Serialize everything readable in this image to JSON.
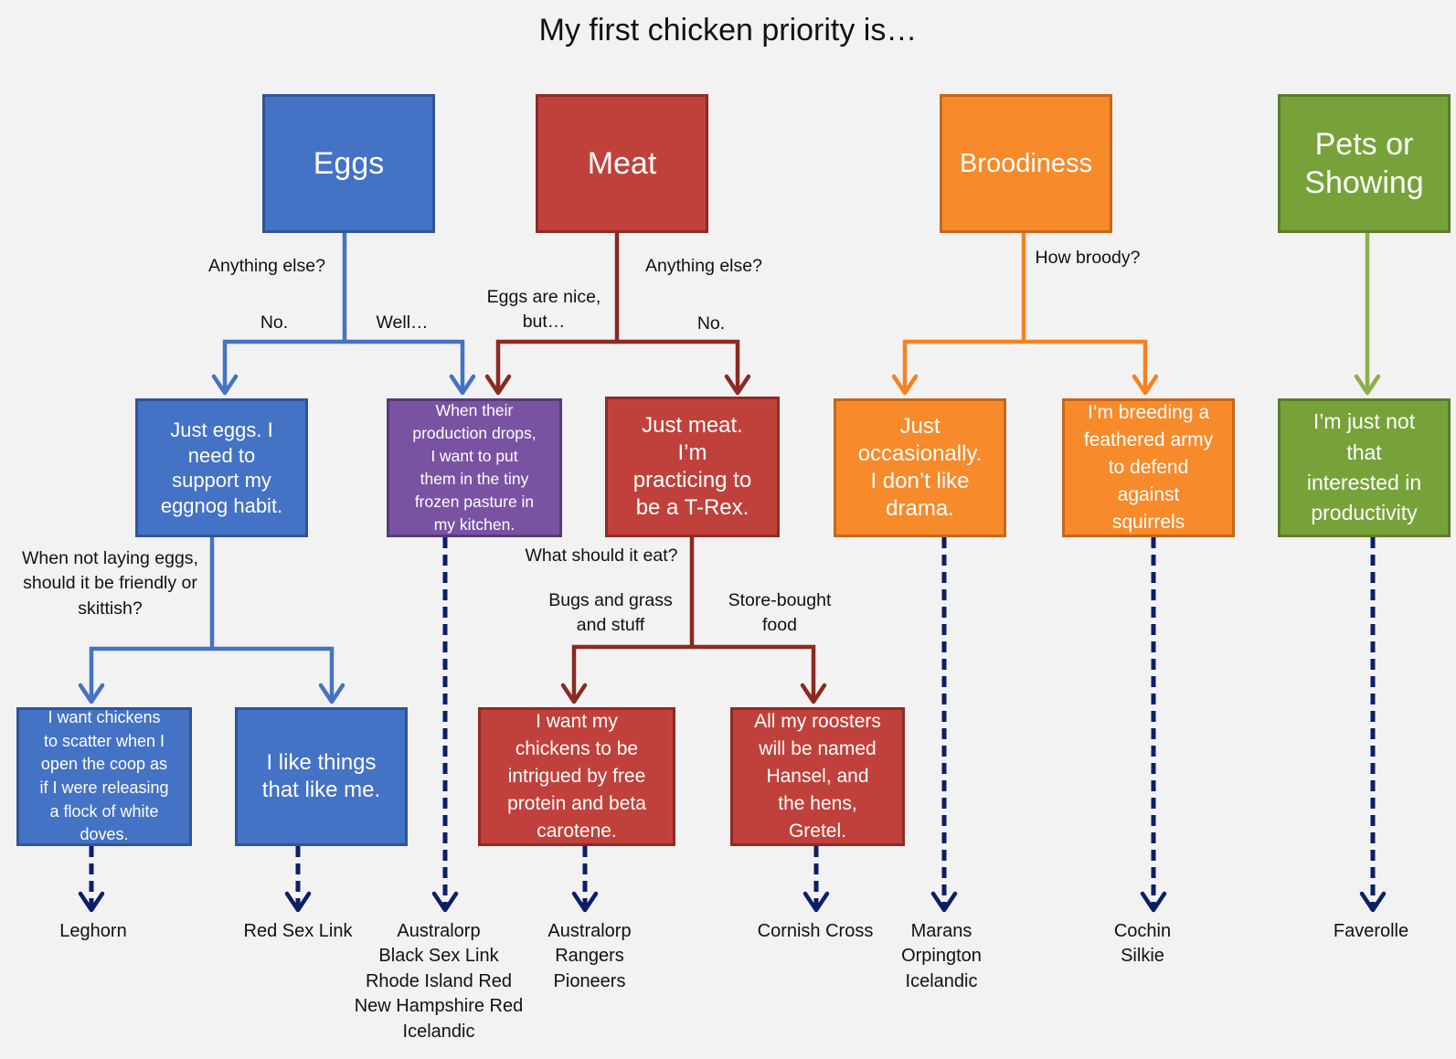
{
  "title": "My first chicken priority  is…",
  "colors": {
    "eggs": "#4472c4",
    "meat": "#c0413b",
    "broodiness": "#f78a2a",
    "pets": "#77a23a",
    "mixed": "#7953a2",
    "eggs_line": "#4472c4",
    "meat_line": "#8b2a22",
    "brood_line": "#f58220",
    "pets_line": "#8cae4b",
    "dashed_line": "#0b1f66"
  },
  "categories": {
    "eggs": "Eggs",
    "meat": "Meat",
    "broodiness": "Broodiness",
    "pets": "Pets or\nShowing"
  },
  "questions": {
    "eggs_anything_else": "Anything else?",
    "meat_anything_else": "Anything else?",
    "how_broody": "How broody?",
    "eggs_friendly": "When not laying eggs,\nshould it be friendly or\nskittish?",
    "meat_eat": "What should it  eat?"
  },
  "answers": {
    "eggs_no": "No.",
    "eggs_well": "Well…",
    "meat_eggs_nice": "Eggs are nice,\nbut…",
    "meat_no": "No.",
    "bugs": "Bugs and grass\nand stuff",
    "store": "Store-bought\nfood"
  },
  "boxes": {
    "just_eggs": "Just eggs.  I\nneed to\nsupport my\neggnog habit.",
    "production_drops": "When their\nproduction drops,\nI want to put\nthem in the tiny\nfrozen pasture in\nmy kitchen.",
    "just_meat": "Just meat.\nI’m\npracticing to\nbe a T-Rex.",
    "occasionally": "Just\noccasionally.\nI don’t like\ndrama.",
    "feathered_army": "I’m breeding a\nfeathered army\nto defend\nagainst\nsquirrels",
    "not_productivity": "I’m just not\nthat\ninterested in\nproductivity",
    "scatter": "I want chickens\nto scatter when I\nopen the coop as\nif I were releasing\na flock of white\ndoves.",
    "like_me": "I like things\nthat like me.",
    "free_protein": "I want my\nchickens to be\nintrigued by free\nprotein and beta\ncarotene.",
    "hansel": "All my roosters\nwill be named\nHansel, and\nthe hens,\nGretel."
  },
  "breeds": {
    "leghorn": "Leghorn",
    "red_sex_link": "Red Sex Link",
    "dual_purpose": "Australorp\nBlack Sex Link\nRhode Island Red\nNew Hampshire Red\nIcelandic",
    "pasture_meat": "Australorp\nRangers\nPioneers",
    "cornish": "Cornish Cross",
    "occasional_broody": "Marans\nOrpington\nIcelandic",
    "very_broody": "Cochin\nSilkie",
    "pets": "Faverolle"
  }
}
